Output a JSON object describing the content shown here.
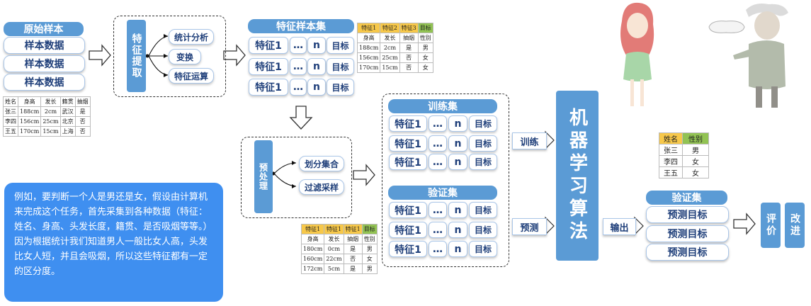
{
  "raw": {
    "header": "原始样本",
    "items": [
      "样本数据",
      "样本数据",
      "样本数据"
    ],
    "table": {
      "headers": [
        "姓名",
        "身高",
        "发长",
        "籍贯",
        "抽烟"
      ],
      "rows": [
        [
          "张三",
          "188cm",
          "2cm",
          "武汉",
          "是"
        ],
        [
          "李四",
          "156cm",
          "25cm",
          "北京",
          "否"
        ],
        [
          "王五",
          "170cm",
          "15cm",
          "上海",
          "否"
        ]
      ]
    }
  },
  "extract": {
    "label": "特征提取",
    "ops": [
      "统计分析",
      "变换",
      "特征运算"
    ]
  },
  "feature_set": {
    "header": "特征样本集",
    "rows": [
      [
        "特征1",
        "…",
        "n",
        "目标"
      ],
      [
        "特征1",
        "…",
        "n",
        "目标"
      ],
      [
        "特征1",
        "…",
        "n",
        "目标"
      ]
    ],
    "table": {
      "headers": [
        "特征1",
        "特征2",
        "特征3",
        "目标"
      ],
      "sub": [
        "身高",
        "发长",
        "抽烟",
        "性别"
      ],
      "rows": [
        [
          "188cm",
          "2cm",
          "是",
          "男"
        ],
        [
          "156cm",
          "25cm",
          "否",
          "女"
        ],
        [
          "170cm",
          "15cm",
          "否",
          "女"
        ]
      ]
    }
  },
  "preprocess": {
    "label": "预处理",
    "ops": [
      "划分集合",
      "过滤采样"
    ]
  },
  "train_set": {
    "header": "训练集",
    "rows": [
      [
        "特征1",
        "…",
        "n",
        "目标"
      ],
      [
        "特征1",
        "…",
        "n",
        "目标"
      ],
      [
        "特征1",
        "…",
        "n",
        "目标"
      ]
    ]
  },
  "valid_set": {
    "header": "验证集",
    "rows": [
      [
        "特征1",
        "…",
        "n",
        "目标"
      ],
      [
        "特征1",
        "…",
        "n",
        "目标"
      ],
      [
        "特征1",
        "…",
        "n",
        "目标"
      ]
    ],
    "table": {
      "headers": [
        "特征1",
        "特征1",
        "特征1",
        "目标"
      ],
      "sub": [
        "身高",
        "发长",
        "抽烟",
        "性别"
      ],
      "rows": [
        [
          "180cm",
          "0cm",
          "是",
          "男"
        ],
        [
          "160cm",
          "22cm",
          "否",
          "女"
        ],
        [
          "172cm",
          "5cm",
          "是",
          "男"
        ]
      ]
    }
  },
  "arrows": {
    "train": "训练",
    "predict": "预测",
    "output": "输出"
  },
  "ml": {
    "label": "机器学习算法"
  },
  "result": {
    "table": {
      "headers": [
        "姓名",
        "性别"
      ],
      "rows": [
        [
          "张三",
          "男"
        ],
        [
          "李四",
          "女"
        ],
        [
          "王五",
          "女"
        ]
      ]
    },
    "header": "验证集",
    "items": [
      "预测目标",
      "预测目标",
      "预测目标"
    ]
  },
  "evaluate": "评价",
  "improve": "改进",
  "note": "例如，要判断一个人是男还是女，假设由计算机来完成这个任务，首先采集到各种数据（特征：姓名、身高、头发长度，籍贯、是否吸烟等等。）因为根据统计我们知道男人一般比女人高，头发比女人短，并且会吸烟，所以这些特征都有一定的区分度。",
  "colors": {
    "accent": "#5b9bd5",
    "note_bg": "#3f8ff0",
    "table_header": "#f7c84a",
    "table_target": "#92c353"
  }
}
